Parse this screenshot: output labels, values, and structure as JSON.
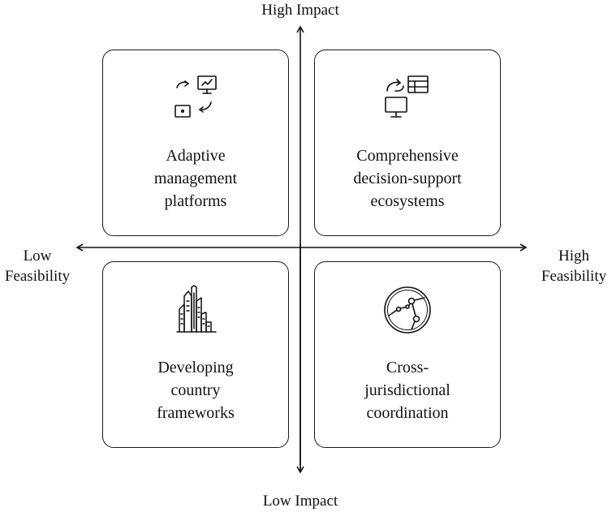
{
  "axes": {
    "top": "High Impact",
    "bottom": "Low Impact",
    "left_line1": "Low",
    "left_line2": "Feasibility",
    "right_line1": "High",
    "right_line2": "Feasibility"
  },
  "quadrants": [
    {
      "label": "Adaptive\nmanagement\nplatforms",
      "icon": "monitor-sync-icon"
    },
    {
      "label": "Comprehensive\ndecision-support\necosystems",
      "icon": "monitor-table-icon"
    },
    {
      "label": "Developing\ncountry\nframeworks",
      "icon": "city-buildings-icon"
    },
    {
      "label": "Cross-\njurisdictional\ncoordination",
      "icon": "network-globe-icon"
    }
  ]
}
